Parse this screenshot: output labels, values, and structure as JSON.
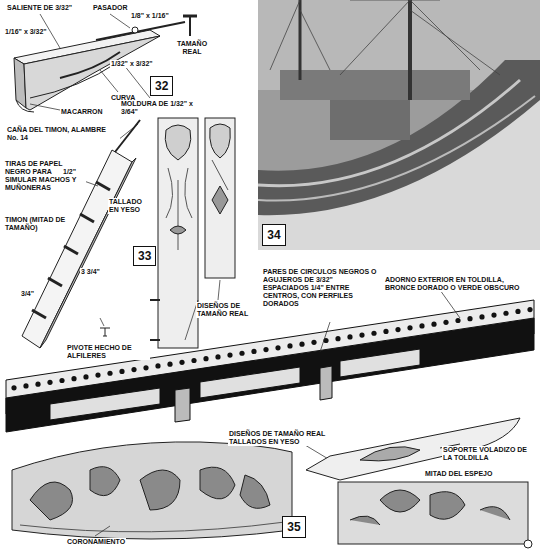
{
  "diagram": {
    "nodes": [
      {
        "text": [
          "32"
        ]
      },
      {
        "text": [
          "33"
        ]
      },
      {
        "text": [
          "34"
        ]
      },
      {
        "text": [
          "35"
        ]
      }
    ],
    "labels": [
      "SALIENTE DE 3/32\"",
      "PASADOR",
      "TAMAÑO REAL",
      "1/16\" x 3/32\"",
      "1/8\" x 1/16\"",
      "1/32\" x 3/32\"",
      "CURVA",
      "MOLDURA DE 1/32\" x 3/64\"",
      "MACARRON",
      "CAÑA DEL TIMON, ALAMBRE No. 14",
      "TIRAS DE PAPEL NEGRO PARA SIMULAR MACHOS Y MUÑONERAS",
      "TALLADO EN YESO",
      "TIMON (MITAD DE TAMAÑO)",
      "PIVOTE HECHO DE ALFILERES",
      "DISEÑOS DE TAMAÑO REAL",
      "1/2\"",
      "3 3/4\"",
      "3/4\"",
      "PARES DE CIRCULOS NEGROS O AGUJEROS DE 3/32\" ESPACIADOS 1/4\" ENTRE CENTROS, CON PERFILES DORADOS",
      "ADORNO EXTERIOR EN TOLDILLA, BRONCE DORADO O VERDE OBSCURO",
      "DISEÑOS DE TAMAÑO REAL TALLADOS EN YESO",
      "SOPORTE VOLADIZO DE LA TOLDILLA",
      "MITAD DEL ESPEJO",
      "CORONAMIENTO"
    ]
  }
}
